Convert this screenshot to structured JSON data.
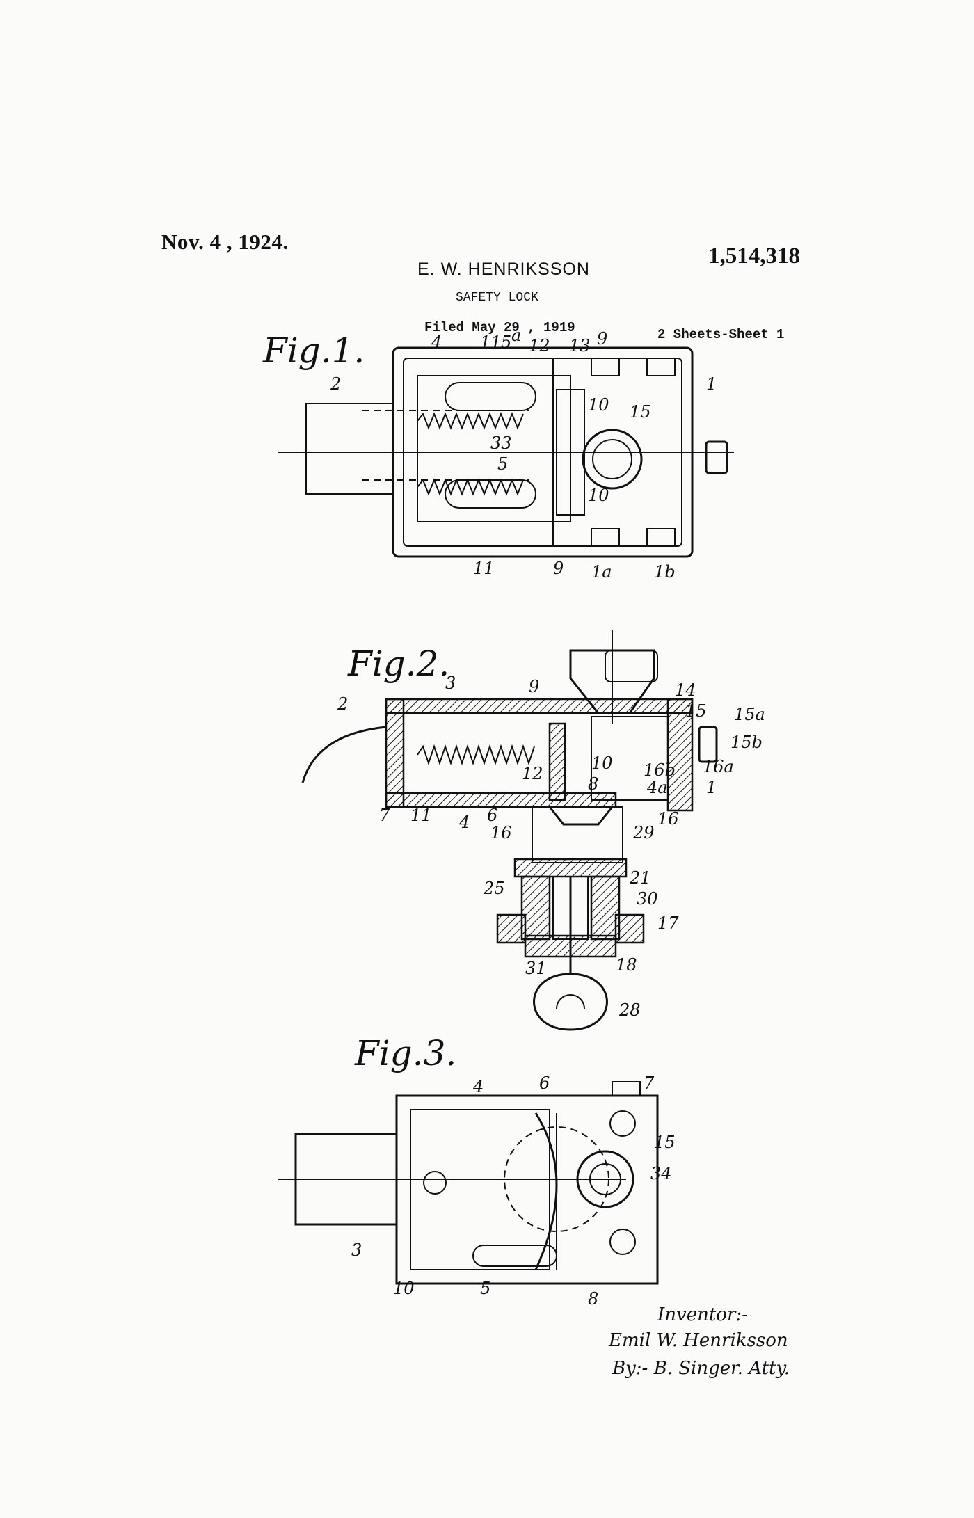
{
  "header": {
    "date": "Nov. 4 , 1924.",
    "patent_number": "1,514,318",
    "inventor_name": "E. W. HENRIKSSON",
    "title": "SAFETY LOCK",
    "filed": "Filed May 29 , 1919",
    "sheets": "2 Sheets-Sheet 1"
  },
  "figures": {
    "fig1": {
      "label": "Fig.1.",
      "refs": [
        "4",
        "11",
        "5a",
        "12",
        "13",
        "9",
        "1",
        "2",
        "10",
        "15",
        "33",
        "5",
        "10",
        "11",
        "9",
        "1a",
        "1b"
      ]
    },
    "fig2": {
      "label": "Fig.2.",
      "refs": [
        "2",
        "3",
        "9",
        "14",
        "15",
        "15a",
        "15b",
        "16b",
        "16a",
        "10",
        "8",
        "4a",
        "1",
        "12",
        "7",
        "11",
        "4",
        "6",
        "16",
        "29",
        "16",
        "25",
        "21",
        "30",
        "17",
        "31",
        "18",
        "28"
      ]
    },
    "fig3": {
      "label": "Fig.3.",
      "refs": [
        "4",
        "6",
        "7",
        "15",
        "34",
        "3",
        "10",
        "5",
        "8"
      ]
    }
  },
  "signature": {
    "line1": "Inventor:-",
    "line2": "Emil W. Henriksson",
    "line3": "By:- B. Singer. Atty."
  }
}
